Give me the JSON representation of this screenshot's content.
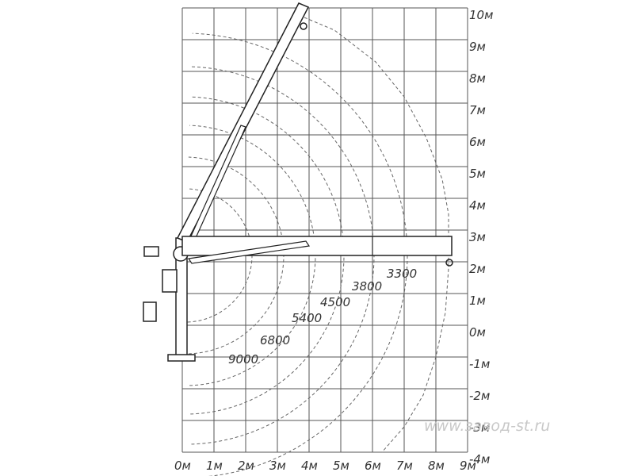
{
  "colors": {
    "line": "#3a3a3a",
    "grid": "#555555",
    "dashed": "#666666",
    "watermark": "#c8c8c8"
  },
  "axes": {
    "x_labels": [
      "0м",
      "1м",
      "2м",
      "3м",
      "4м",
      "5м",
      "6м",
      "7м",
      "8м",
      "9м"
    ],
    "y_labels": [
      "10м",
      "9м",
      "8м",
      "7м",
      "6м",
      "5м",
      "4м",
      "3м",
      "2м",
      "1м",
      "0м",
      "-1м",
      "-2м",
      "-3м",
      "-4м"
    ],
    "x_range": [
      0,
      9
    ],
    "y_range": [
      -4,
      10
    ]
  },
  "load_zones": [
    {
      "label": "9000",
      "radius_m": 2.1
    },
    {
      "label": "6800",
      "radius_m": 3.1
    },
    {
      "label": "5400",
      "radius_m": 4.1
    },
    {
      "label": "4500",
      "radius_m": 5.0
    },
    {
      "label": "3800",
      "radius_m": 5.95
    },
    {
      "label": "3300",
      "radius_m": 7.0
    }
  ],
  "outer_reach": [
    [
      3.85,
      9.7
    ],
    [
      4.8,
      9.3
    ],
    [
      6.1,
      8.3
    ],
    [
      7.0,
      7.2
    ],
    [
      7.7,
      5.9
    ],
    [
      8.2,
      4.6
    ],
    [
      8.4,
      3.5
    ],
    [
      8.4,
      1.8
    ],
    [
      8.3,
      0.4
    ],
    [
      8.0,
      -1.0
    ],
    [
      7.6,
      -2.2
    ],
    [
      7.0,
      -3.2
    ],
    [
      6.3,
      -4.0
    ]
  ],
  "crane": {
    "pivot": [
      0.1,
      2.2
    ],
    "vertical_boom_tip": [
      3.8,
      9.7
    ],
    "horizontal_boom_tip": [
      8.4,
      2.4
    ]
  },
  "watermark": "www.завод-st.ru"
}
